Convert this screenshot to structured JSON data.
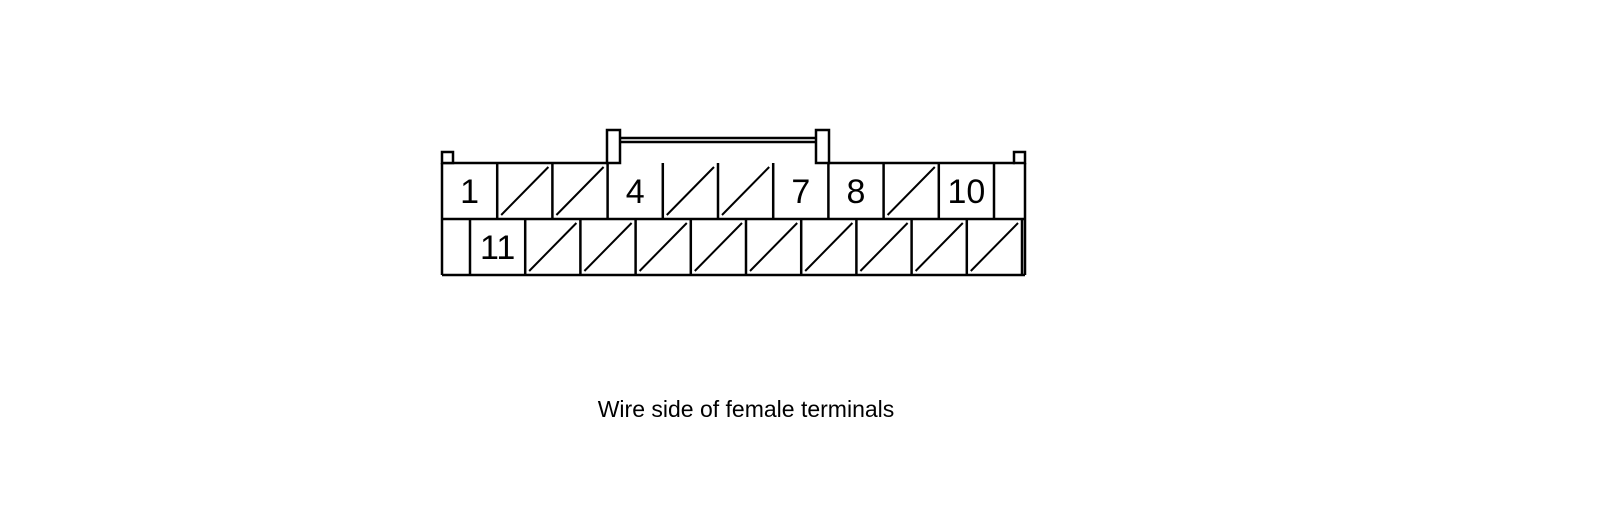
{
  "connector": {
    "rows": [
      {
        "cavities": [
          {
            "label": "1",
            "empty": false
          },
          {
            "label": "",
            "empty": true
          },
          {
            "label": "",
            "empty": true
          },
          {
            "label": "4",
            "empty": false
          },
          {
            "label": "",
            "empty": true
          },
          {
            "label": "",
            "empty": true
          },
          {
            "label": "7",
            "empty": false
          },
          {
            "label": "8",
            "empty": false
          },
          {
            "label": "",
            "empty": true
          },
          {
            "label": "10",
            "empty": false
          }
        ]
      },
      {
        "cavities": [
          {
            "label": "11",
            "empty": false
          },
          {
            "label": "",
            "empty": true
          },
          {
            "label": "",
            "empty": true
          },
          {
            "label": "",
            "empty": true
          },
          {
            "label": "",
            "empty": true
          },
          {
            "label": "",
            "empty": true
          },
          {
            "label": "",
            "empty": true
          },
          {
            "label": "",
            "empty": true
          },
          {
            "label": "",
            "empty": true
          },
          {
            "label": "",
            "empty": true
          }
        ]
      }
    ]
  },
  "caption": "Wire side of female terminals",
  "colors": {
    "stroke": "#000000",
    "background": "#ffffff"
  }
}
